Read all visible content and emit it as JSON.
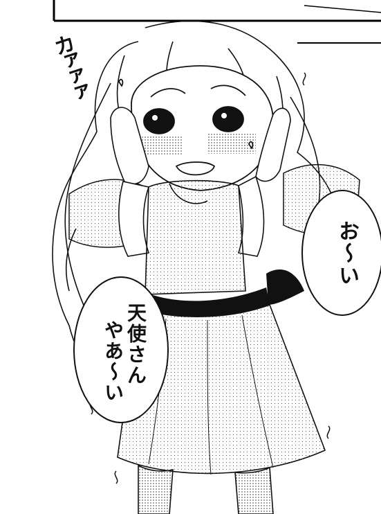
{
  "panel": {
    "sound_effect": "カァァァ",
    "speech_bubbles": [
      {
        "lines": [
          "お〜い"
        ]
      },
      {
        "lines": [
          "天使さん",
          "やあ〜い"
        ]
      }
    ]
  }
}
